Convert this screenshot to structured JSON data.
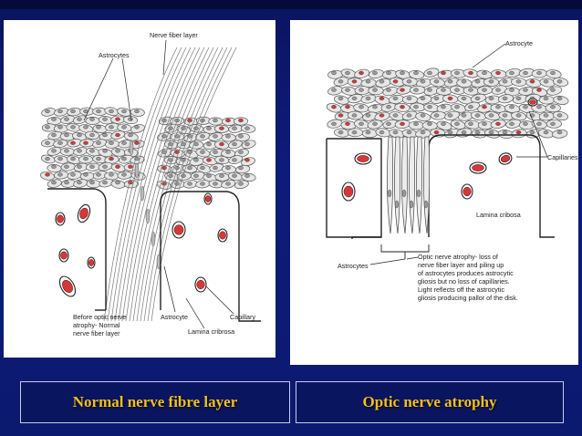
{
  "left_diagram": {
    "labels": {
      "nerve_fiber_layer": "Nerve fiber layer",
      "astrocytes": "Astrocytes",
      "astrocyte": "Astrocyte",
      "capillary": "Capillary",
      "lamina_cribrosa": "Lamina cribrosa",
      "before_line1": "Before optic nerve",
      "before_line2": "atrophy- Normal",
      "before_line3": "nerve fiber layer"
    }
  },
  "right_diagram": {
    "labels": {
      "astrocyte": "Astrocyte",
      "capillaries": "Capillaries",
      "lamina_cribosa": "Lamina cribosa",
      "astrocytes": "Astrocytes",
      "desc_line1": "Optic nerve atrophy- loss of",
      "desc_line2": "nerve fiber layer and piling up",
      "desc_line3": "of astrocytes produces astrocytic",
      "desc_line4": "gliosis but no loss of capillaries.",
      "desc_line5": "Light reflects off the astrocytic",
      "desc_line6": "gliosis producing pallor of the disk."
    }
  },
  "captions": {
    "left": "Normal nerve fibre layer",
    "right": "Optic nerve atrophy"
  },
  "colors": {
    "background": "#0b1a6e",
    "caption_text": "#f0c020",
    "cell_fill": "#e6e6e6",
    "capillary_red": "#d23a3a"
  }
}
